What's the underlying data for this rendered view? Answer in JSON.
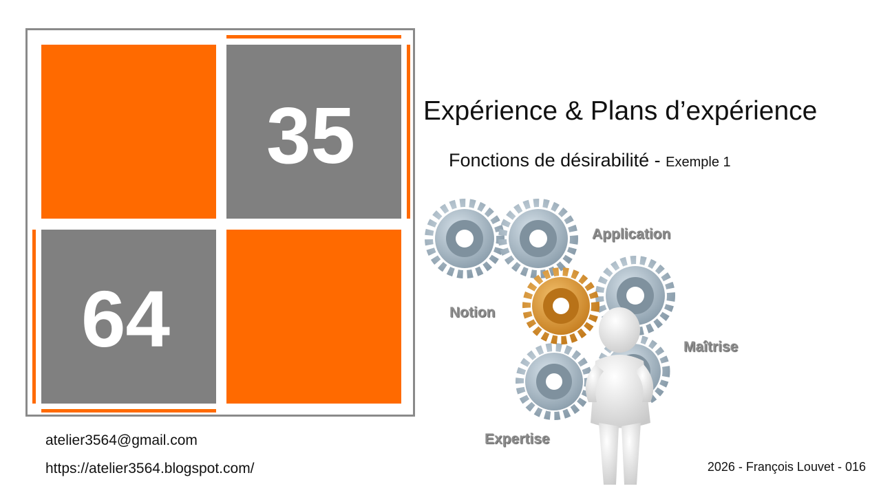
{
  "logo": {
    "number_top": "35",
    "number_bottom": "64",
    "colors": {
      "orange": "#ff6a00",
      "gray": "#808080",
      "frame": "#8a8a8a"
    }
  },
  "title": "Expérience & Plans d’expérience",
  "subtitle": {
    "main": "Fonctions de désirabilité - ",
    "small": "Exemple 1"
  },
  "illustration": {
    "labels": {
      "application": "Application",
      "notion": "Notion",
      "maitrise": "Maîtrise",
      "expertise": "Expertise"
    },
    "icons": [
      "gear-icon",
      "figure-icon"
    ],
    "colors": {
      "steel": "#a8b8c4",
      "gold": "#e39a33",
      "figure": "#e8e8e8"
    }
  },
  "contact": {
    "email": "atelier3564@gmail.com",
    "url": "https://atelier3564.blogspot.com/"
  },
  "footer": "2026 - François Louvet - 016"
}
